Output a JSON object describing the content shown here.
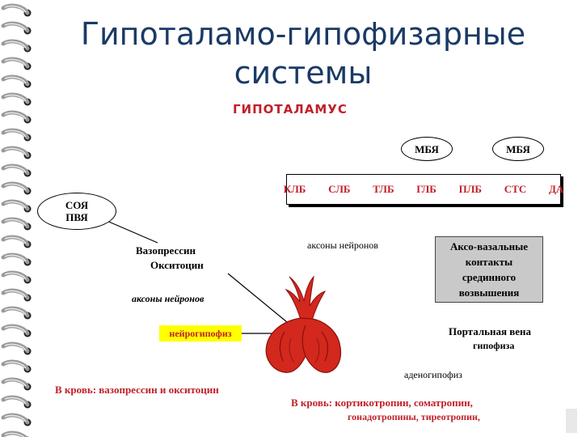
{
  "title": {
    "line1": "Гипоталамо-гипофизарные",
    "line2": "системы"
  },
  "diagram": {
    "hypothalamus_label": "ГИПОТАЛАМУС",
    "mbya_left": "МБЯ",
    "mbya_right": "МБЯ",
    "nuclei_box": "КЛБ   СЛБ   ТЛБ   ГЛБ   ПЛБ   СТС   ДА",
    "soya_line1": "СОЯ",
    "soya_line2": "ПВЯ",
    "vasopressin": "Вазопрессин",
    "oxytocin": "Окситоцин",
    "axons_upper": "аксоны нейронов",
    "axons_lower": "аксоны нейронов",
    "axo_box": [
      "Аксо-вазальные",
      "контакты",
      "срединного",
      "возвышения"
    ],
    "neurohypophysis": "нейрогипофиз",
    "portal_vein_line1": "Портальная  вена",
    "portal_vein_line2": "гипофиза",
    "adenohypophysis": "аденогипофиз",
    "blood_left": "В кровь:  вазопрессин и окситоцин",
    "blood_right_line1": "В кровь:  кортикотропин, соматропин,",
    "blood_right_line2": "гонадотропины, тиреотропин,"
  },
  "colors": {
    "title": "#1a3a66",
    "red_text": "#c0202a",
    "gland": "#d2281e",
    "highlight": "#ffff00",
    "box_gray": "#c9c9c9"
  },
  "icons": {
    "binding": "spiral-binding-icon",
    "gland": "pituitary-gland-icon"
  }
}
